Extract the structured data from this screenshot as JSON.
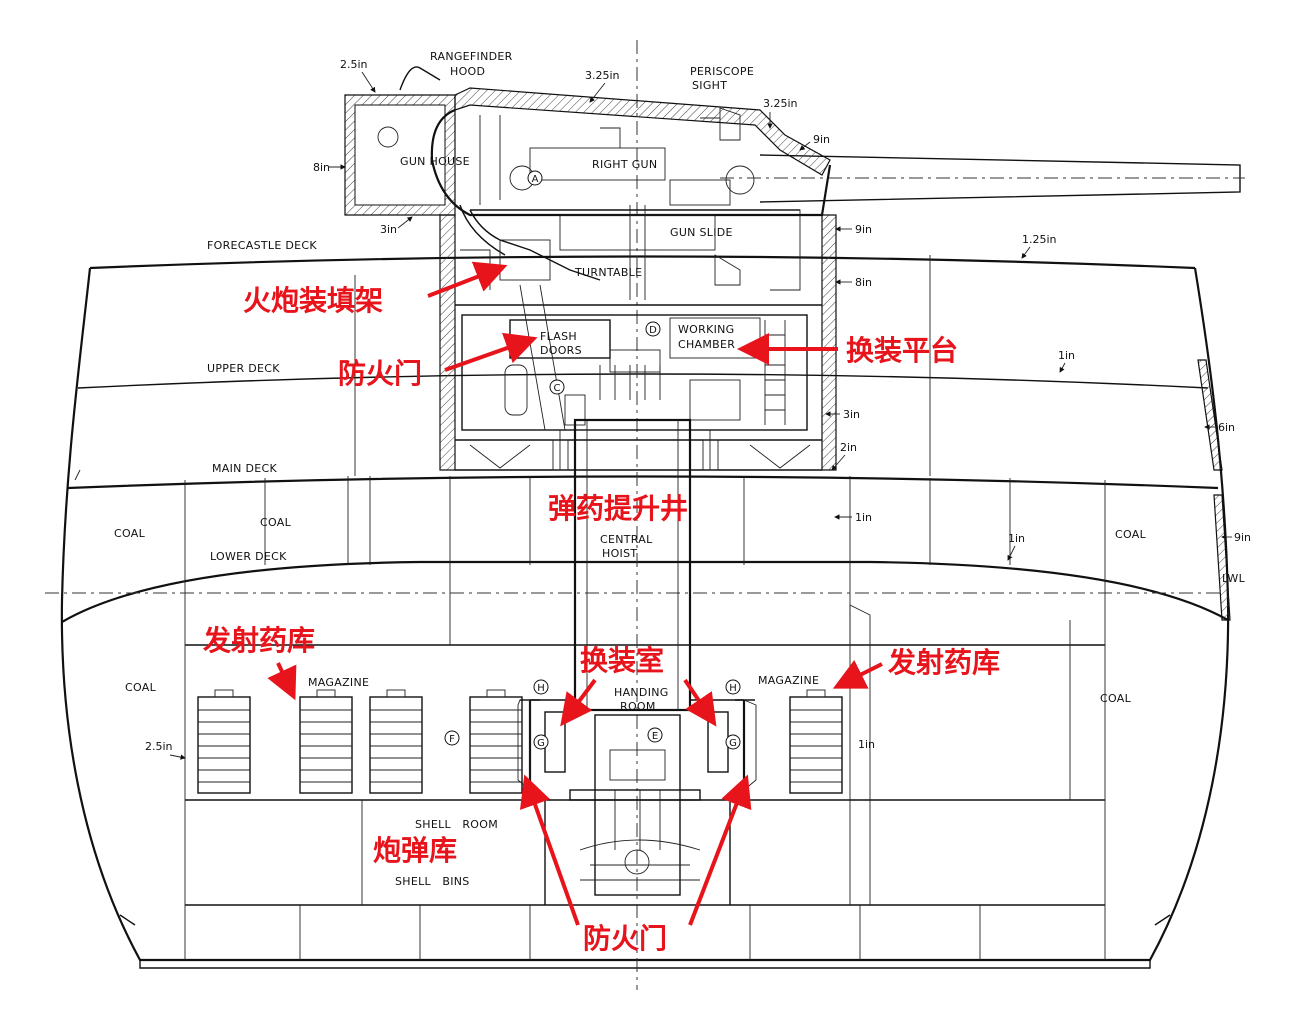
{
  "drawing_labels": {
    "rangefinder_hood": [
      "RANGEFINDER",
      "HOOD"
    ],
    "periscope_sight": [
      "PERISCOPE",
      "SIGHT"
    ],
    "gun_house": "GUN HOUSE",
    "right_gun": "RIGHT GUN",
    "gun_slide": "GUN SLIDE",
    "turntable": "TURNTABLE",
    "forecastle_deck": "FORECASTLE DECK",
    "upper_deck": "UPPER DECK",
    "main_deck": "MAIN DECK",
    "lower_deck": "LOWER DECK",
    "flash_doors": [
      "FLASH",
      "DOORS"
    ],
    "working_chamber": [
      "WORKING",
      "CHAMBER"
    ],
    "central_hoist": [
      "CENTRAL",
      "HOIST"
    ],
    "coal": "COAL",
    "magazine": "MAGAZINE",
    "handing_room": [
      "HANDING",
      "ROOM"
    ],
    "shell_room": "SHELL   ROOM",
    "shell_bins": "SHELL   BINS",
    "lwl": "LWL"
  },
  "dimensions": {
    "roof_front": "2.5in",
    "roof_mid": "3.25in",
    "roof_rear": "3.25in",
    "face": "9in",
    "side_left": "8in",
    "floor": "3in",
    "barbette_top": "9in",
    "barbette_mid": "8in",
    "barbette_lower": "3in",
    "barbette_bottom": "2in",
    "forecastle_deck": "1.25in",
    "upper_deck": "1in",
    "main_deck": "1in",
    "lower_deck": "1in",
    "belt_upper": "6in",
    "belt_main": "9in",
    "magazine_left": "2.5in",
    "magazine_right": "1in"
  },
  "markers": {
    "A": "A",
    "C": "C",
    "D": "D",
    "E": "E",
    "F": "F",
    "G": "G",
    "H": "H"
  },
  "annotations": {
    "gun_loading_cradle": "火炮装填架",
    "flash_door_upper": "防火门",
    "reloading_platform": "换装平台",
    "ammo_hoist": "弹药提升井",
    "propellant_magazine_left": "发射药库",
    "handling_room": "换装室",
    "propellant_magazine_right": "发射药库",
    "shell_room": "炮弹库",
    "flash_door_lower": "防火门"
  },
  "colors": {
    "annotation": "#e8141b",
    "line": "#111111",
    "background": "#ffffff"
  }
}
